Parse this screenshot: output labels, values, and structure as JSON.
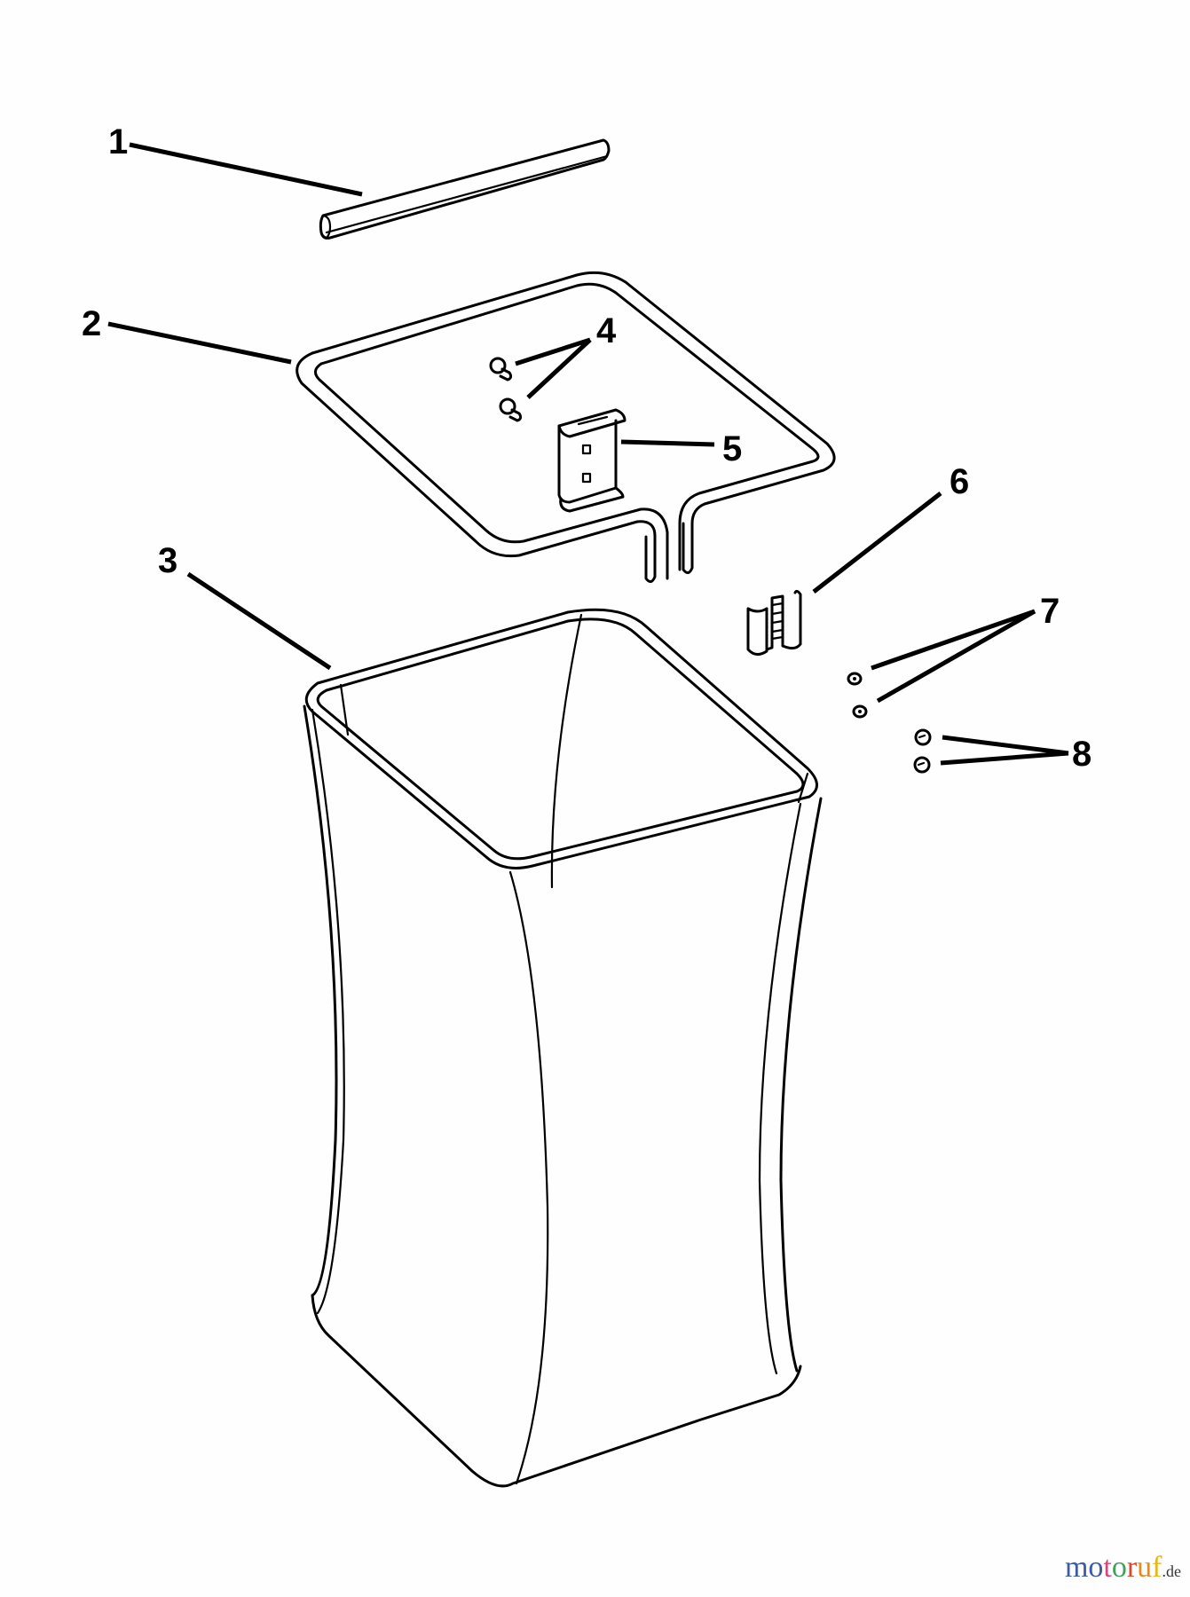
{
  "diagram": {
    "type": "exploded-parts-diagram",
    "subject": "grass catcher bag assembly",
    "background": "#fdfefd",
    "line_color": "#000000",
    "parts": [
      {
        "number": "1",
        "description": "tube / rod"
      },
      {
        "number": "2",
        "description": "bag frame"
      },
      {
        "number": "3",
        "description": "catcher bag"
      },
      {
        "number": "4",
        "description": "screws (2)"
      },
      {
        "number": "5",
        "description": "bracket"
      },
      {
        "number": "6",
        "description": "hinge clip"
      },
      {
        "number": "7",
        "description": "washers (2)"
      },
      {
        "number": "8",
        "description": "nuts (2)"
      }
    ],
    "callouts": {
      "c1": "1",
      "c2": "2",
      "c3": "3",
      "c4": "4",
      "c5": "5",
      "c6": "6",
      "c7": "7",
      "c8": "8"
    }
  },
  "watermark": {
    "letters": [
      {
        "ch": "m",
        "color": "#3b5ba5"
      },
      {
        "ch": "o",
        "color": "#3b5ba5"
      },
      {
        "ch": "t",
        "color": "#d6457e"
      },
      {
        "ch": "o",
        "color": "#3da35a"
      },
      {
        "ch": "r",
        "color": "#d64b2f"
      },
      {
        "ch": "u",
        "color": "#e88a1a"
      },
      {
        "ch": "f",
        "color": "#e8b51a"
      }
    ],
    "tld": ".de"
  }
}
